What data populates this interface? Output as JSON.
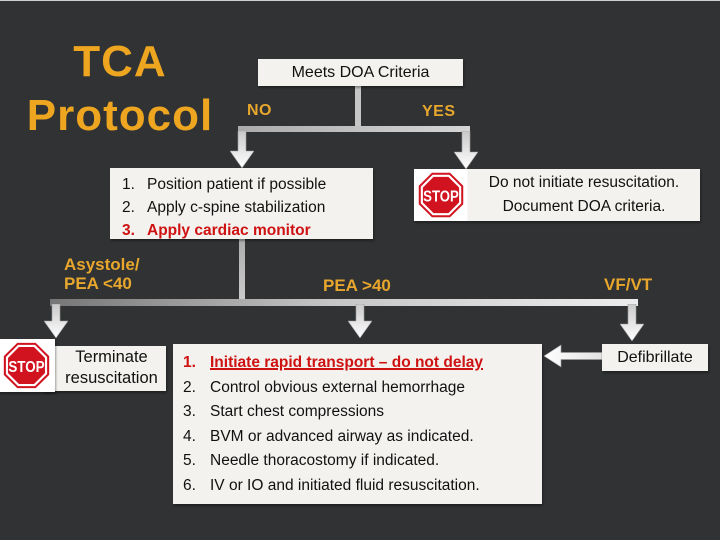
{
  "title": {
    "line1": "TCA",
    "line2": "Protocol"
  },
  "colors": {
    "gold": "#EEA620",
    "label-gold": "#E8A72C",
    "alert-red": "#CE1212",
    "stop-red": "#D0131F",
    "box-bg": "#F3F2EF",
    "slide-bg": "#303234",
    "conn": "#C6C6C6"
  },
  "flow": {
    "doa_label": "Meets DOA Criteria",
    "no": "NO",
    "yes": "YES",
    "assessment": {
      "items": [
        {
          "num": "1.",
          "text": "Position patient if possible"
        },
        {
          "num": "2.",
          "text": "Apply c-spine stabilization"
        },
        {
          "num": "3.",
          "text": "Apply cardiac monitor"
        }
      ]
    },
    "stop_doa": {
      "stop": "STOP",
      "line1": "Do not initiate resuscitation.",
      "line2": "Document DOA criteria."
    },
    "rhythms": {
      "asystole_line1": "Asystole/",
      "asystole_line2": "PEA <40",
      "pea": "PEA >40",
      "vfvt": "VF/VT"
    },
    "terminate": {
      "stop": "STOP",
      "line1": "Terminate",
      "line2": "resuscitation"
    },
    "treatment": {
      "items": [
        {
          "num": "1.",
          "text": "Initiate rapid transport – do not delay"
        },
        {
          "num": "2.",
          "text": "Control obvious external hemorrhage"
        },
        {
          "num": "3.",
          "text": "Start chest compressions"
        },
        {
          "num": "4.",
          "text": "BVM or advanced airway as indicated."
        },
        {
          "num": "5.",
          "text": "Needle thoracostomy if indicated."
        },
        {
          "num": "6.",
          "text": "IV or IO and initiated fluid resuscitation."
        }
      ]
    },
    "defibrillate": "Defibrillate"
  }
}
